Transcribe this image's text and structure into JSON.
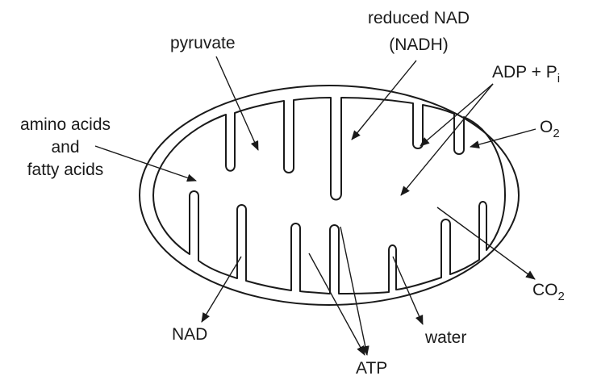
{
  "labels": {
    "pyruvate": "pyruvate",
    "reduced_nad_line1": "reduced NAD",
    "reduced_nad_line2": "(NADH)",
    "adp_pi_main": "ADP + P",
    "adp_pi_subscript": "i",
    "amino_acids_line1": "amino acids",
    "amino_acids_line2": "and",
    "amino_acids_line3": "fatty acids",
    "o2_main": "O",
    "o2_subscript": "2",
    "co2_main": "CO",
    "co2_subscript": "2",
    "nad": "NAD",
    "water": "water",
    "atp": "ATP"
  }
}
